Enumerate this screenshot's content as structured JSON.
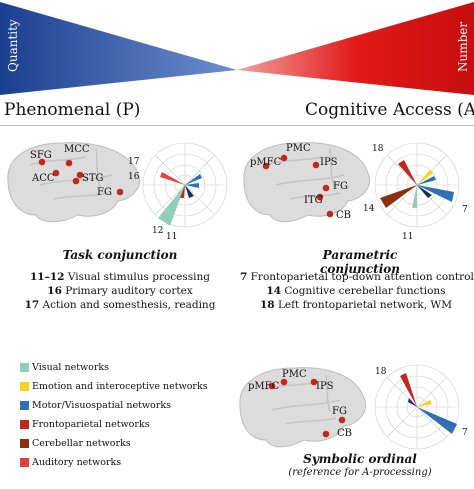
{
  "banner": {
    "left_label": "Quantity",
    "right_label": "Number"
  },
  "headings": {
    "left": "Phenomenal (P)",
    "right": "Cognitive Access (A)"
  },
  "panels": {
    "task": {
      "regions": [
        "SFG",
        "MCC",
        "ACC",
        "STG",
        "FG"
      ],
      "numbers": [
        "17",
        "16",
        "12",
        "11"
      ],
      "title": "Task conjunction",
      "lines": [
        {
          "num": "11–12",
          "text": " Visual stimulus processing"
        },
        {
          "num": "16",
          "text": " Primary auditory cortex"
        },
        {
          "num": "17",
          "text": " Action and somesthesis, reading"
        }
      ]
    },
    "parametric": {
      "regions": [
        "PMC",
        "pMFC",
        "IPS",
        "FG",
        "ITG",
        "CB"
      ],
      "numbers": [
        "18",
        "14",
        "7",
        "11"
      ],
      "title": "Parametric conjunction",
      "lines": [
        {
          "num": "7",
          "text": " Frontoparietal top-down attention control"
        },
        {
          "num": "14",
          "text": " Cognitive cerebellar functions"
        },
        {
          "num": "18",
          "text": " Left frontoparietal network, WM"
        }
      ]
    },
    "symbolic": {
      "regions": [
        "PMC",
        "pMFC",
        "IPS",
        "FG",
        "CB"
      ],
      "numbers": [
        "18",
        "7"
      ],
      "title": "Symbolic ordinal",
      "subtitle": "(reference for A-processing)"
    }
  },
  "legend": [
    {
      "label": "Visual networks",
      "color": "#8fcfb8"
    },
    {
      "label": "Emotion and interoceptive networks",
      "color": "#f5d21c"
    },
    {
      "label": "Motor/Visuospatial networks",
      "color": "#2f6fb6"
    },
    {
      "label": "Frontoparietal networks",
      "color": "#c0281e"
    },
    {
      "label": "Cerebellar networks",
      "color": "#8b3010"
    },
    {
      "label": "Auditory networks",
      "color": "#e04040"
    }
  ]
}
